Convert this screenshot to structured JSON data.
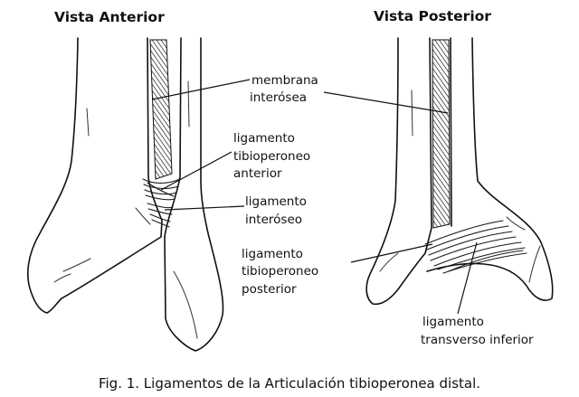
{
  "views": {
    "anterior_title": "Vista Anterior",
    "posterior_title": "Vista Posterior"
  },
  "labels": {
    "membrana_interosea": [
      "membrana",
      "interósea"
    ],
    "lig_tibioperoneo_anterior": [
      "ligamento",
      "tibioperoneo",
      "anterior"
    ],
    "lig_interoseo": [
      "ligamento",
      "interóseo"
    ],
    "lig_tibioperoneo_posterior": [
      "ligamento",
      "tibioperoneo",
      "posterior"
    ],
    "lig_transverso_inferior": [
      "ligamento",
      "transverso inferior"
    ]
  },
  "caption": "Fig. 1. Ligamentos de la Articulación tibioperonea distal."
}
